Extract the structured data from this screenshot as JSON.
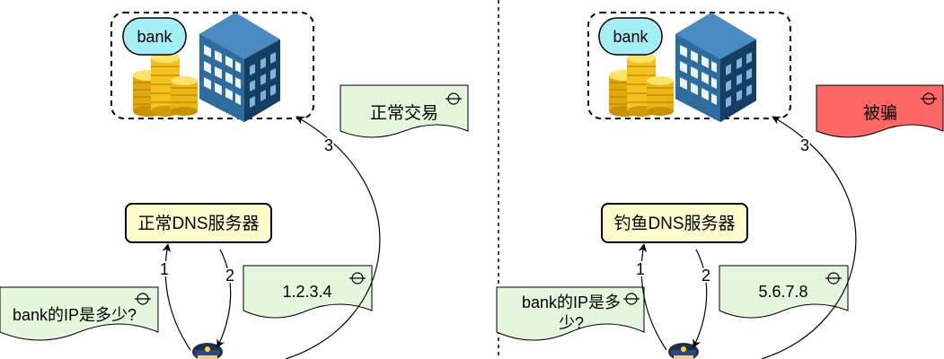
{
  "left": {
    "bank_label": "bank",
    "dns_label": "正常DNS服务器",
    "query_line1": "bank的IP是多少?",
    "query_line2": "",
    "answer": "1.2.3.4",
    "result": "正常交易",
    "step1": "1",
    "step2": "2",
    "step3": "3"
  },
  "right": {
    "bank_label": "bank",
    "dns_label": "钓鱼DNS服务器",
    "query_line1": "bank的IP是多",
    "query_line2": "少?",
    "answer": "5.6.7.8",
    "result": "被骗",
    "step1": "1",
    "step2": "2",
    "step3": "3"
  },
  "colors": {
    "note_green": "#e4f7dc",
    "note_red": "#ff6666",
    "server_fill": "#fffccc",
    "bubble_fill": "#a5eef5",
    "building": "#2f6c9e",
    "coin": "#f3c21f"
  },
  "icons": {
    "bank_building": "building-icon",
    "coins": "coin-stack-icon",
    "user": "user-icon"
  }
}
